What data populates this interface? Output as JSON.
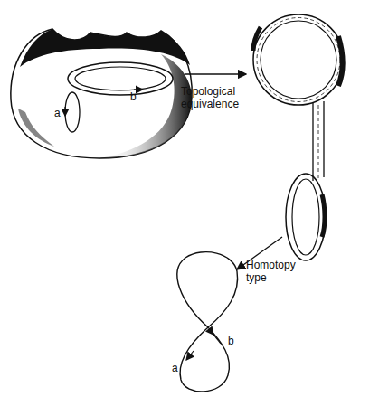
{
  "diagram": {
    "labels": [
      "a",
      "b",
      "Topological equivalence",
      "Homotopy type",
      "b",
      "a"
    ]
  }
}
